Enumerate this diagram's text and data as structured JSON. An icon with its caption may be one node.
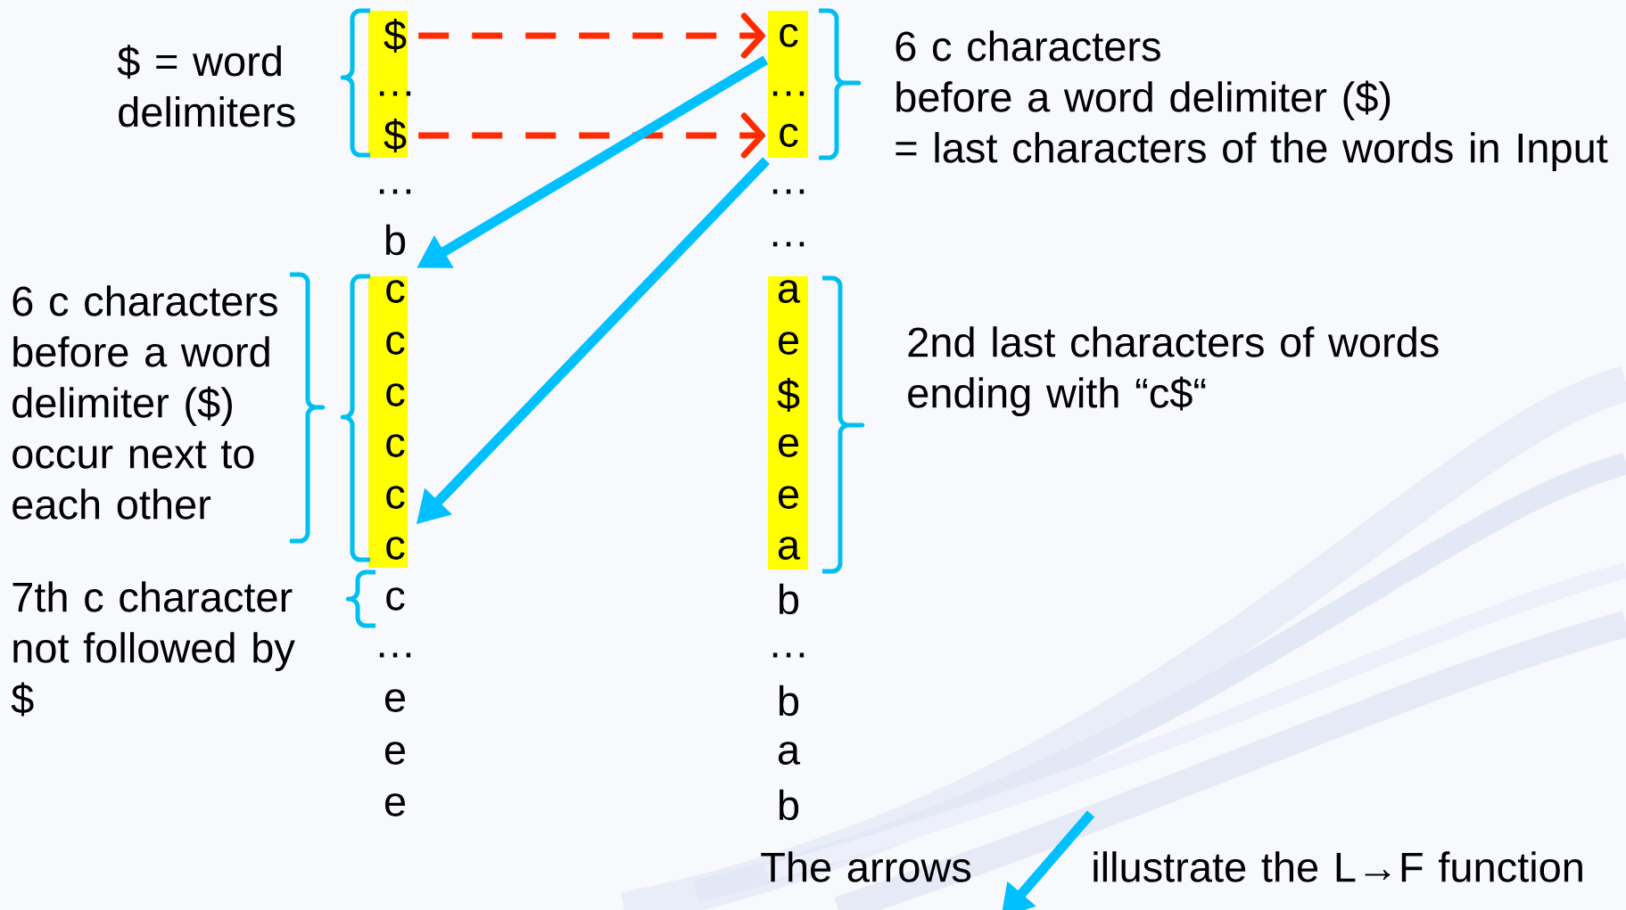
{
  "diagram": {
    "nodes": [
      {
        "text": [
          "$"
        ]
      },
      {
        "text": [
          "…"
        ]
      },
      {
        "text": [
          "$"
        ]
      },
      {
        "text": [
          "…"
        ]
      },
      {
        "text": [
          "b"
        ]
      },
      {
        "text": [
          "c"
        ]
      },
      {
        "text": [
          "c"
        ]
      },
      {
        "text": [
          "c"
        ]
      },
      {
        "text": [
          "c"
        ]
      },
      {
        "text": [
          "c"
        ]
      },
      {
        "text": [
          "c"
        ]
      },
      {
        "text": [
          "c"
        ]
      },
      {
        "text": [
          "…"
        ]
      },
      {
        "text": [
          "e"
        ]
      },
      {
        "text": [
          "e"
        ]
      },
      {
        "text": [
          "e"
        ]
      },
      {
        "text": [
          "c"
        ]
      },
      {
        "text": [
          "…"
        ]
      },
      {
        "text": [
          "c"
        ]
      },
      {
        "text": [
          "…"
        ]
      },
      {
        "text": [
          "…"
        ]
      },
      {
        "text": [
          "a"
        ]
      },
      {
        "text": [
          "e"
        ]
      },
      {
        "text": [
          "$"
        ]
      },
      {
        "text": [
          "e"
        ]
      },
      {
        "text": [
          "e"
        ]
      },
      {
        "text": [
          "a"
        ]
      },
      {
        "text": [
          "b"
        ]
      },
      {
        "text": [
          "…"
        ]
      },
      {
        "text": [
          "b"
        ]
      },
      {
        "text": [
          "a"
        ]
      },
      {
        "text": [
          "b"
        ]
      }
    ],
    "edges": [
      {
        "from": 0,
        "to": 16,
        "arrow": "to",
        "style": "dashed",
        "color": "#ff2a00"
      },
      {
        "from": 2,
        "to": 18,
        "arrow": "to",
        "style": "dashed",
        "color": "#ff2a00"
      },
      {
        "from": 16,
        "to": 5,
        "arrow": "to",
        "color": "#00c0ff"
      },
      {
        "from": 18,
        "to": 10,
        "arrow": "to",
        "color": "#00c0ff"
      }
    ],
    "labels": [
      "6 c characters before a word delimiter ($) = last characters of the words in Input",
      "$ = word delimiters",
      "6 c characters before a word delimiter ($) occur next to each other",
      "2nd last characters of words ending with “c$“",
      "7th c character not followed by $",
      "The arrows",
      "illustrate the L→F function"
    ]
  }
}
